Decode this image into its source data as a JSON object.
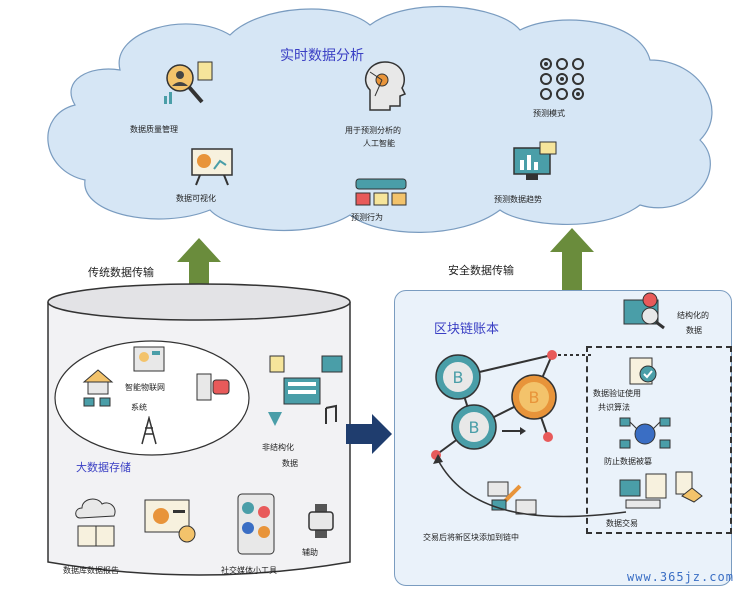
{
  "cloud": {
    "title": "实时数据分析",
    "items": {
      "quality": "数据质量管理",
      "ai_line1": "用于预测分析的",
      "ai_line2": "人工智能",
      "pattern": "预测模式",
      "visual": "数据可视化",
      "behavior": "预测行为",
      "trend": "预测数据趋势"
    }
  },
  "arrows": {
    "traditional": "传统数据传输",
    "secure": "安全数据传输"
  },
  "bigdata": {
    "title": "大数据存储",
    "iot_line1": "智能物联网",
    "iot_line2": "系统",
    "unstructured_line1": "非结构化",
    "unstructured_line2": "数据",
    "db_report": "数据库数据报告",
    "social": "社交媒体小工具",
    "aux": "辅助"
  },
  "blockchain": {
    "title": "区块链账本",
    "structured_line1": "结构化的",
    "structured_line2": "数据",
    "consensus_line1": "数据验证使用",
    "consensus_line2": "共识算法",
    "anti_tamper": "防止数据被篡",
    "trade": "数据交易",
    "append": "交易后将新区块添加到链中"
  },
  "watermark": "www.365jz.com",
  "colors": {
    "cloud_fill": "#d6e6f5",
    "cloud_stroke": "#7a9cc0",
    "arrow_green": "#6a8c3c",
    "arrow_navy": "#1f3d6e",
    "accent_blue": "#3a3fc4",
    "coin_teal": "#4a9ea8",
    "coin_orange": "#e8943a"
  }
}
